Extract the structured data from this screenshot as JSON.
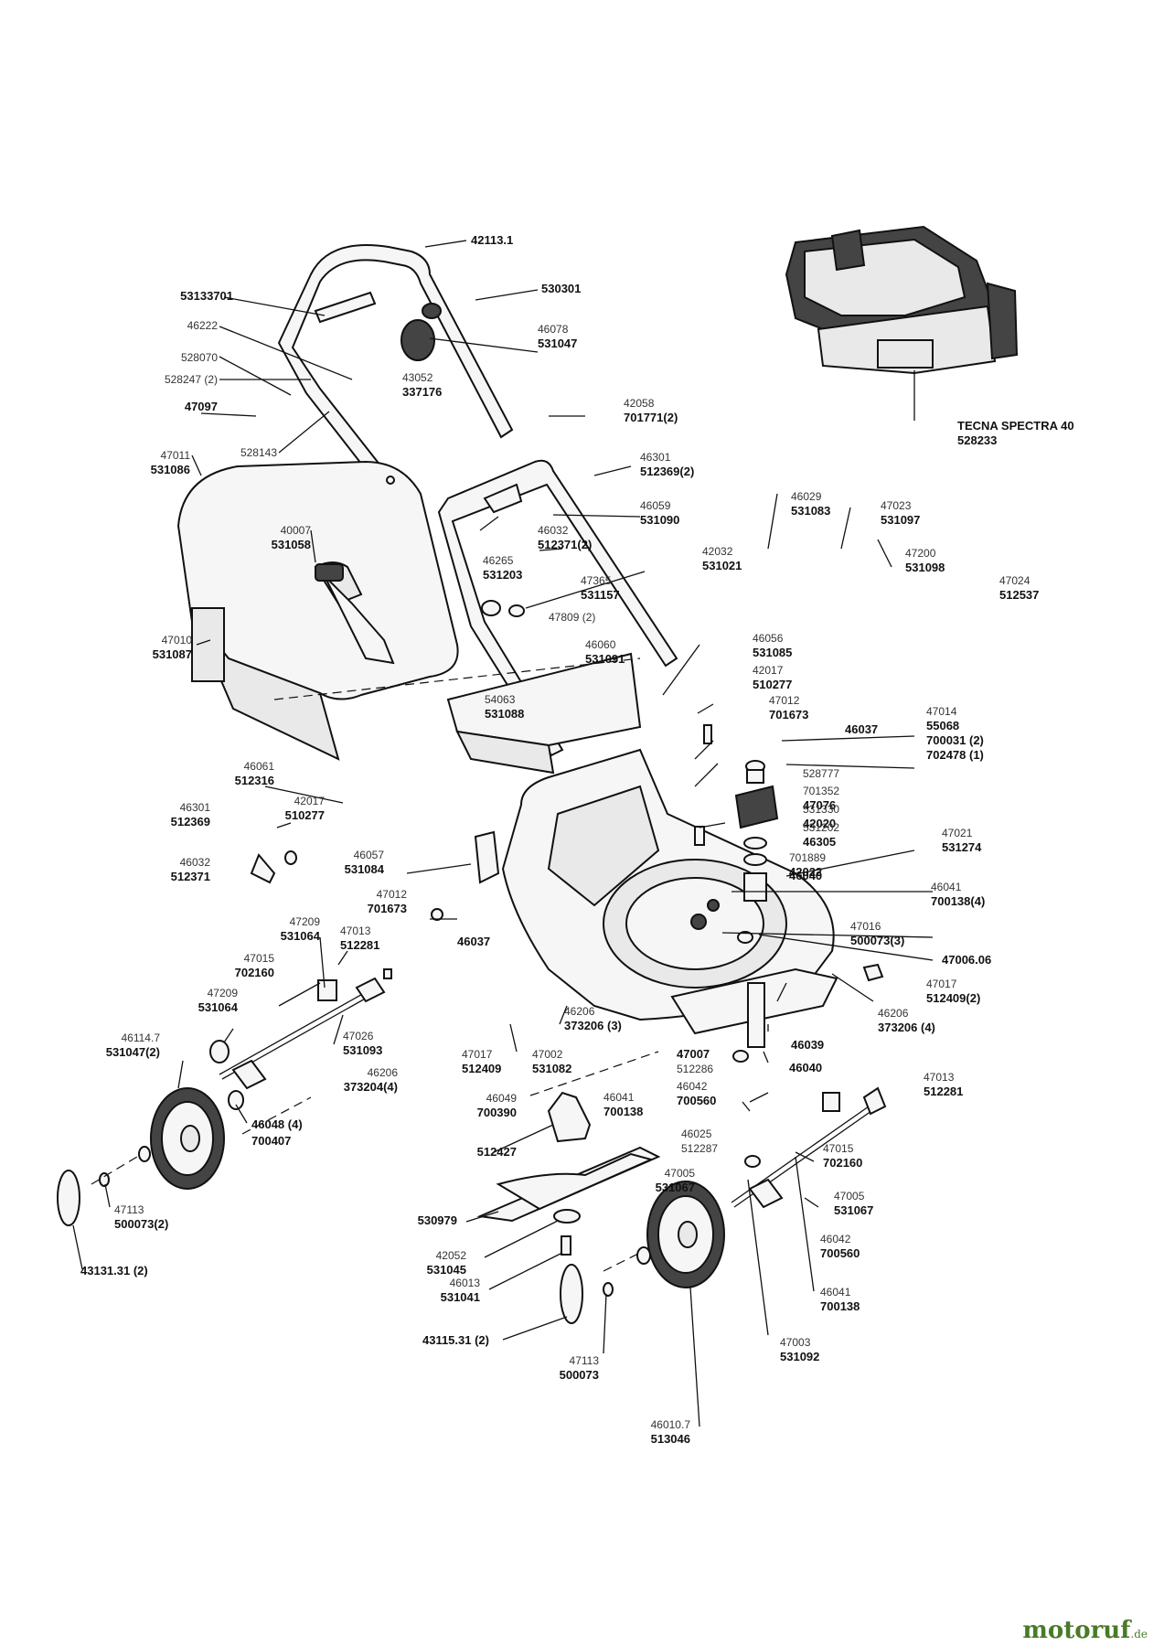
{
  "watermark": {
    "brand": "motoruf",
    "suffix": ".de",
    "color": "#4a7a2a",
    "accent": "#c86a1a"
  },
  "engine": {
    "name": "TECNA SPECTRA 40",
    "number": "528233"
  },
  "labels": [
    {
      "id": "l1",
      "old": "",
      "new": "42113.1"
    },
    {
      "id": "l2",
      "old": "",
      "new": "53133701"
    },
    {
      "id": "l3",
      "old": "",
      "new": "530301"
    },
    {
      "id": "l4",
      "old": "46222",
      "new": ""
    },
    {
      "id": "l5",
      "old": "46078",
      "new": "531047"
    },
    {
      "id": "l6",
      "old": "528070",
      "new": ""
    },
    {
      "id": "l7",
      "old": "43052",
      "new": "337176"
    },
    {
      "id": "l8",
      "old": "528247 (2)",
      "new": ""
    },
    {
      "id": "l9",
      "old": "",
      "new": "47097"
    },
    {
      "id": "l10",
      "old": "42058",
      "new": "701771(2)"
    },
    {
      "id": "l11",
      "old": "528143",
      "new": ""
    },
    {
      "id": "l12",
      "old": "47011",
      "new": "531086"
    },
    {
      "id": "l13",
      "old": "46301",
      "new": "512369(2)"
    },
    {
      "id": "l14",
      "old": "46059",
      "new": "531090"
    },
    {
      "id": "l15",
      "old": "46032",
      "new": "512371(2)"
    },
    {
      "id": "l16",
      "old": "40007",
      "new": "531058"
    },
    {
      "id": "l17",
      "old": "46265",
      "new": "531203"
    },
    {
      "id": "l18",
      "old": "42032",
      "new": "531021"
    },
    {
      "id": "l19",
      "old": "47365",
      "new": "531157"
    },
    {
      "id": "l20",
      "old": "47809 (2)",
      "new": ""
    },
    {
      "id": "l21",
      "old": "46029",
      "new": "531083"
    },
    {
      "id": "l22",
      "old": "47023",
      "new": "531097"
    },
    {
      "id": "l23",
      "old": "47200",
      "new": "531098"
    },
    {
      "id": "l24",
      "old": "47024",
      "new": "512537"
    },
    {
      "id": "l25",
      "old": "47010",
      "new": "531087"
    },
    {
      "id": "l26",
      "old": "46060",
      "new": "531091"
    },
    {
      "id": "l27",
      "old": "46056",
      "new": "531085"
    },
    {
      "id": "l28",
      "old": "42017",
      "new": "510277"
    },
    {
      "id": "l29",
      "old": "54063",
      "new": "531088"
    },
    {
      "id": "l30",
      "old": "47012",
      "new": "701673"
    },
    {
      "id": "l31",
      "old": "47014",
      "new": "55068"
    },
    {
      "id": "l32",
      "old": "",
      "new": "46037"
    },
    {
      "id": "l33",
      "old": "",
      "new": "700031 (2)"
    },
    {
      "id": "l34",
      "old": "",
      "new": "702478 (1)"
    },
    {
      "id": "l35",
      "old": "46061",
      "new": "512316"
    },
    {
      "id": "l36",
      "old": "528777",
      "new": ""
    },
    {
      "id": "l37",
      "old": "701352",
      "new": "47076"
    },
    {
      "id": "l38",
      "old": "531330",
      "new": "42020"
    },
    {
      "id": "l39",
      "old": "531202",
      "new": "46305"
    },
    {
      "id": "l40",
      "old": "42017",
      "new": "510277"
    },
    {
      "id": "l41",
      "old": "46301",
      "new": "512369"
    },
    {
      "id": "l42",
      "old": "47021",
      "new": "531274"
    },
    {
      "id": "l43",
      "old": "701889",
      "new": "42022"
    },
    {
      "id": "l44",
      "old": "",
      "new": "46040"
    },
    {
      "id": "l45",
      "old": "46057",
      "new": "531084"
    },
    {
      "id": "l46",
      "old": "46032",
      "new": "512371"
    },
    {
      "id": "l47",
      "old": "46041",
      "new": "700138(4)"
    },
    {
      "id": "l48",
      "old": "47012",
      "new": "701673"
    },
    {
      "id": "l49",
      "old": "47016",
      "new": "500073(3)"
    },
    {
      "id": "l50",
      "old": "",
      "new": "46037"
    },
    {
      "id": "l51",
      "old": "47209",
      "new": "531064"
    },
    {
      "id": "l52",
      "old": "47013",
      "new": "512281"
    },
    {
      "id": "l53",
      "old": "",
      "new": "47006.06"
    },
    {
      "id": "l54",
      "old": "47015",
      "new": "702160"
    },
    {
      "id": "l55",
      "old": "47017",
      "new": "512409(2)"
    },
    {
      "id": "l56",
      "old": "47209",
      "new": "531064"
    },
    {
      "id": "l57",
      "old": "46206",
      "new": "373206 (3)"
    },
    {
      "id": "l58",
      "old": "46206",
      "new": "373206 (4)"
    },
    {
      "id": "l59",
      "old": "47026",
      "new": "531093"
    },
    {
      "id": "l60",
      "old": "46114.7",
      "new": "531047(2)"
    },
    {
      "id": "l61",
      "old": "47017",
      "new": "512409"
    },
    {
      "id": "l62",
      "old": "47002",
      "new": "531082"
    },
    {
      "id": "l63",
      "old": "",
      "new": "47007"
    },
    {
      "id": "l64",
      "old": "512286",
      "new": ""
    },
    {
      "id": "l65",
      "old": "",
      "new": "46039"
    },
    {
      "id": "l66",
      "old": "46206",
      "new": "373204(4)"
    },
    {
      "id": "l67",
      "old": "",
      "new": "46040"
    },
    {
      "id": "l68",
      "old": "47013",
      "new": "512281"
    },
    {
      "id": "l69",
      "old": "46042",
      "new": "700560"
    },
    {
      "id": "l70",
      "old": "46041",
      "new": "700138"
    },
    {
      "id": "l71",
      "old": "46049",
      "new": "700390"
    },
    {
      "id": "l72",
      "old": "",
      "new": "46048 (4)"
    },
    {
      "id": "l73",
      "old": "",
      "new": "700407"
    },
    {
      "id": "l74",
      "old": "46025",
      "new": ""
    },
    {
      "id": "l75",
      "old": "512287",
      "new": ""
    },
    {
      "id": "l76",
      "old": "",
      "new": "512427"
    },
    {
      "id": "l77",
      "old": "47015",
      "new": "702160"
    },
    {
      "id": "l78",
      "old": "47005",
      "new": "531067"
    },
    {
      "id": "l79",
      "old": "47005",
      "new": "531067"
    },
    {
      "id": "l80",
      "old": "47113",
      "new": "500073(2)"
    },
    {
      "id": "l81",
      "old": "",
      "new": "530979"
    },
    {
      "id": "l82",
      "old": "46042",
      "new": "700560"
    },
    {
      "id": "l83",
      "old": "42052",
      "new": "531045"
    },
    {
      "id": "l84",
      "old": "",
      "new": "43131.31 (2)"
    },
    {
      "id": "l85",
      "old": "46013",
      "new": "531041"
    },
    {
      "id": "l86",
      "old": "46041",
      "new": "700138"
    },
    {
      "id": "l87",
      "old": "",
      "new": "43115.31 (2)"
    },
    {
      "id": "l88",
      "old": "47003",
      "new": "531092"
    },
    {
      "id": "l89",
      "old": "47113",
      "new": "500073"
    },
    {
      "id": "l90",
      "old": "46010.7",
      "new": "513046"
    }
  ]
}
